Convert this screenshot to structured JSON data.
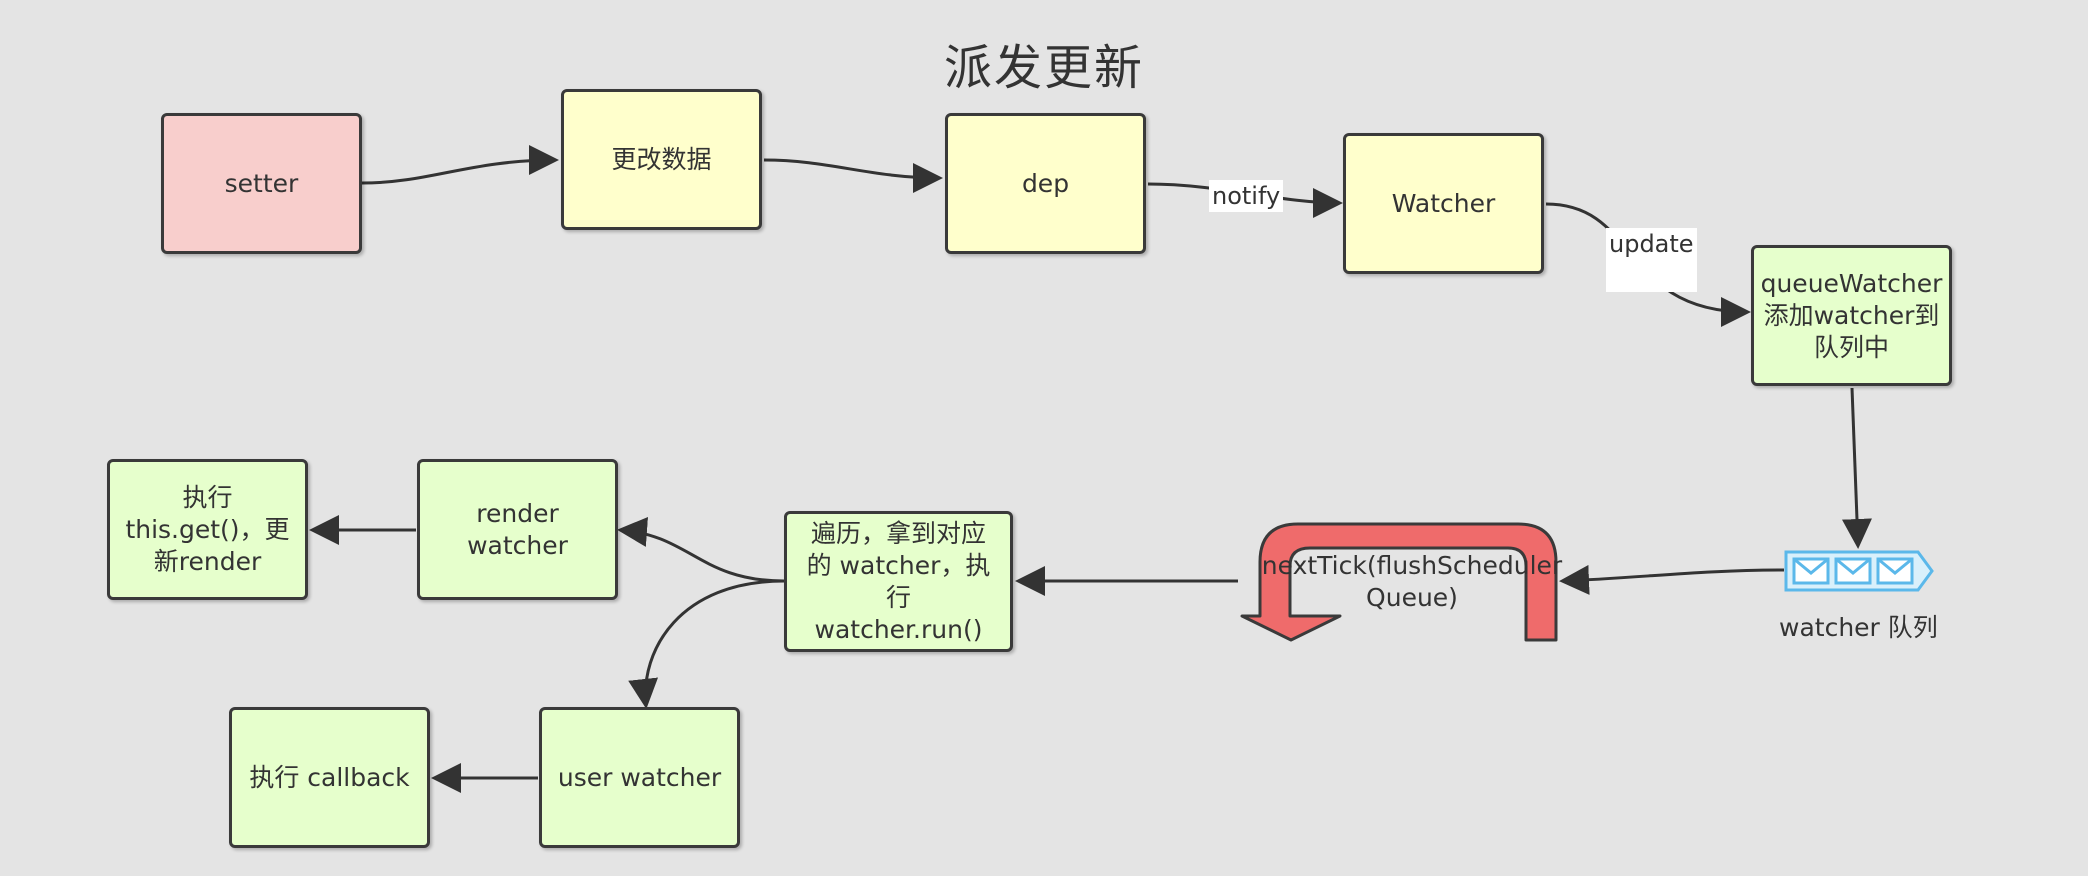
{
  "title": "派发更新",
  "nodes": {
    "setter": "setter",
    "change_data": "更改数据",
    "dep": "dep",
    "watcher": "Watcher",
    "queue_watcher": "queueWatcher 添加watcher到队列中",
    "traverse": "遍历，拿到对应的 watcher，执行 watcher.run()",
    "render_watcher": "render watcher",
    "exec_get": "执行this.get()，更新render",
    "user_watcher": "user watcher",
    "exec_callback": "执行 callback"
  },
  "edge_labels": {
    "notify": "notify",
    "update": "update"
  },
  "queue": {
    "caption": "watcher 队列",
    "icon": "envelope-queue-icon",
    "color": "#5bb8ea"
  },
  "next_tick": {
    "text": "nextTick(flushSchedulerQueue)",
    "icon": "u-turn-arrow-icon",
    "color": "#ef6b6b"
  },
  "colors": {
    "pink": "#f8cecc",
    "yellow": "#ffffcc",
    "green": "#e6ffcc",
    "border": "#3a3a3a",
    "background": "#e4e4e4"
  }
}
